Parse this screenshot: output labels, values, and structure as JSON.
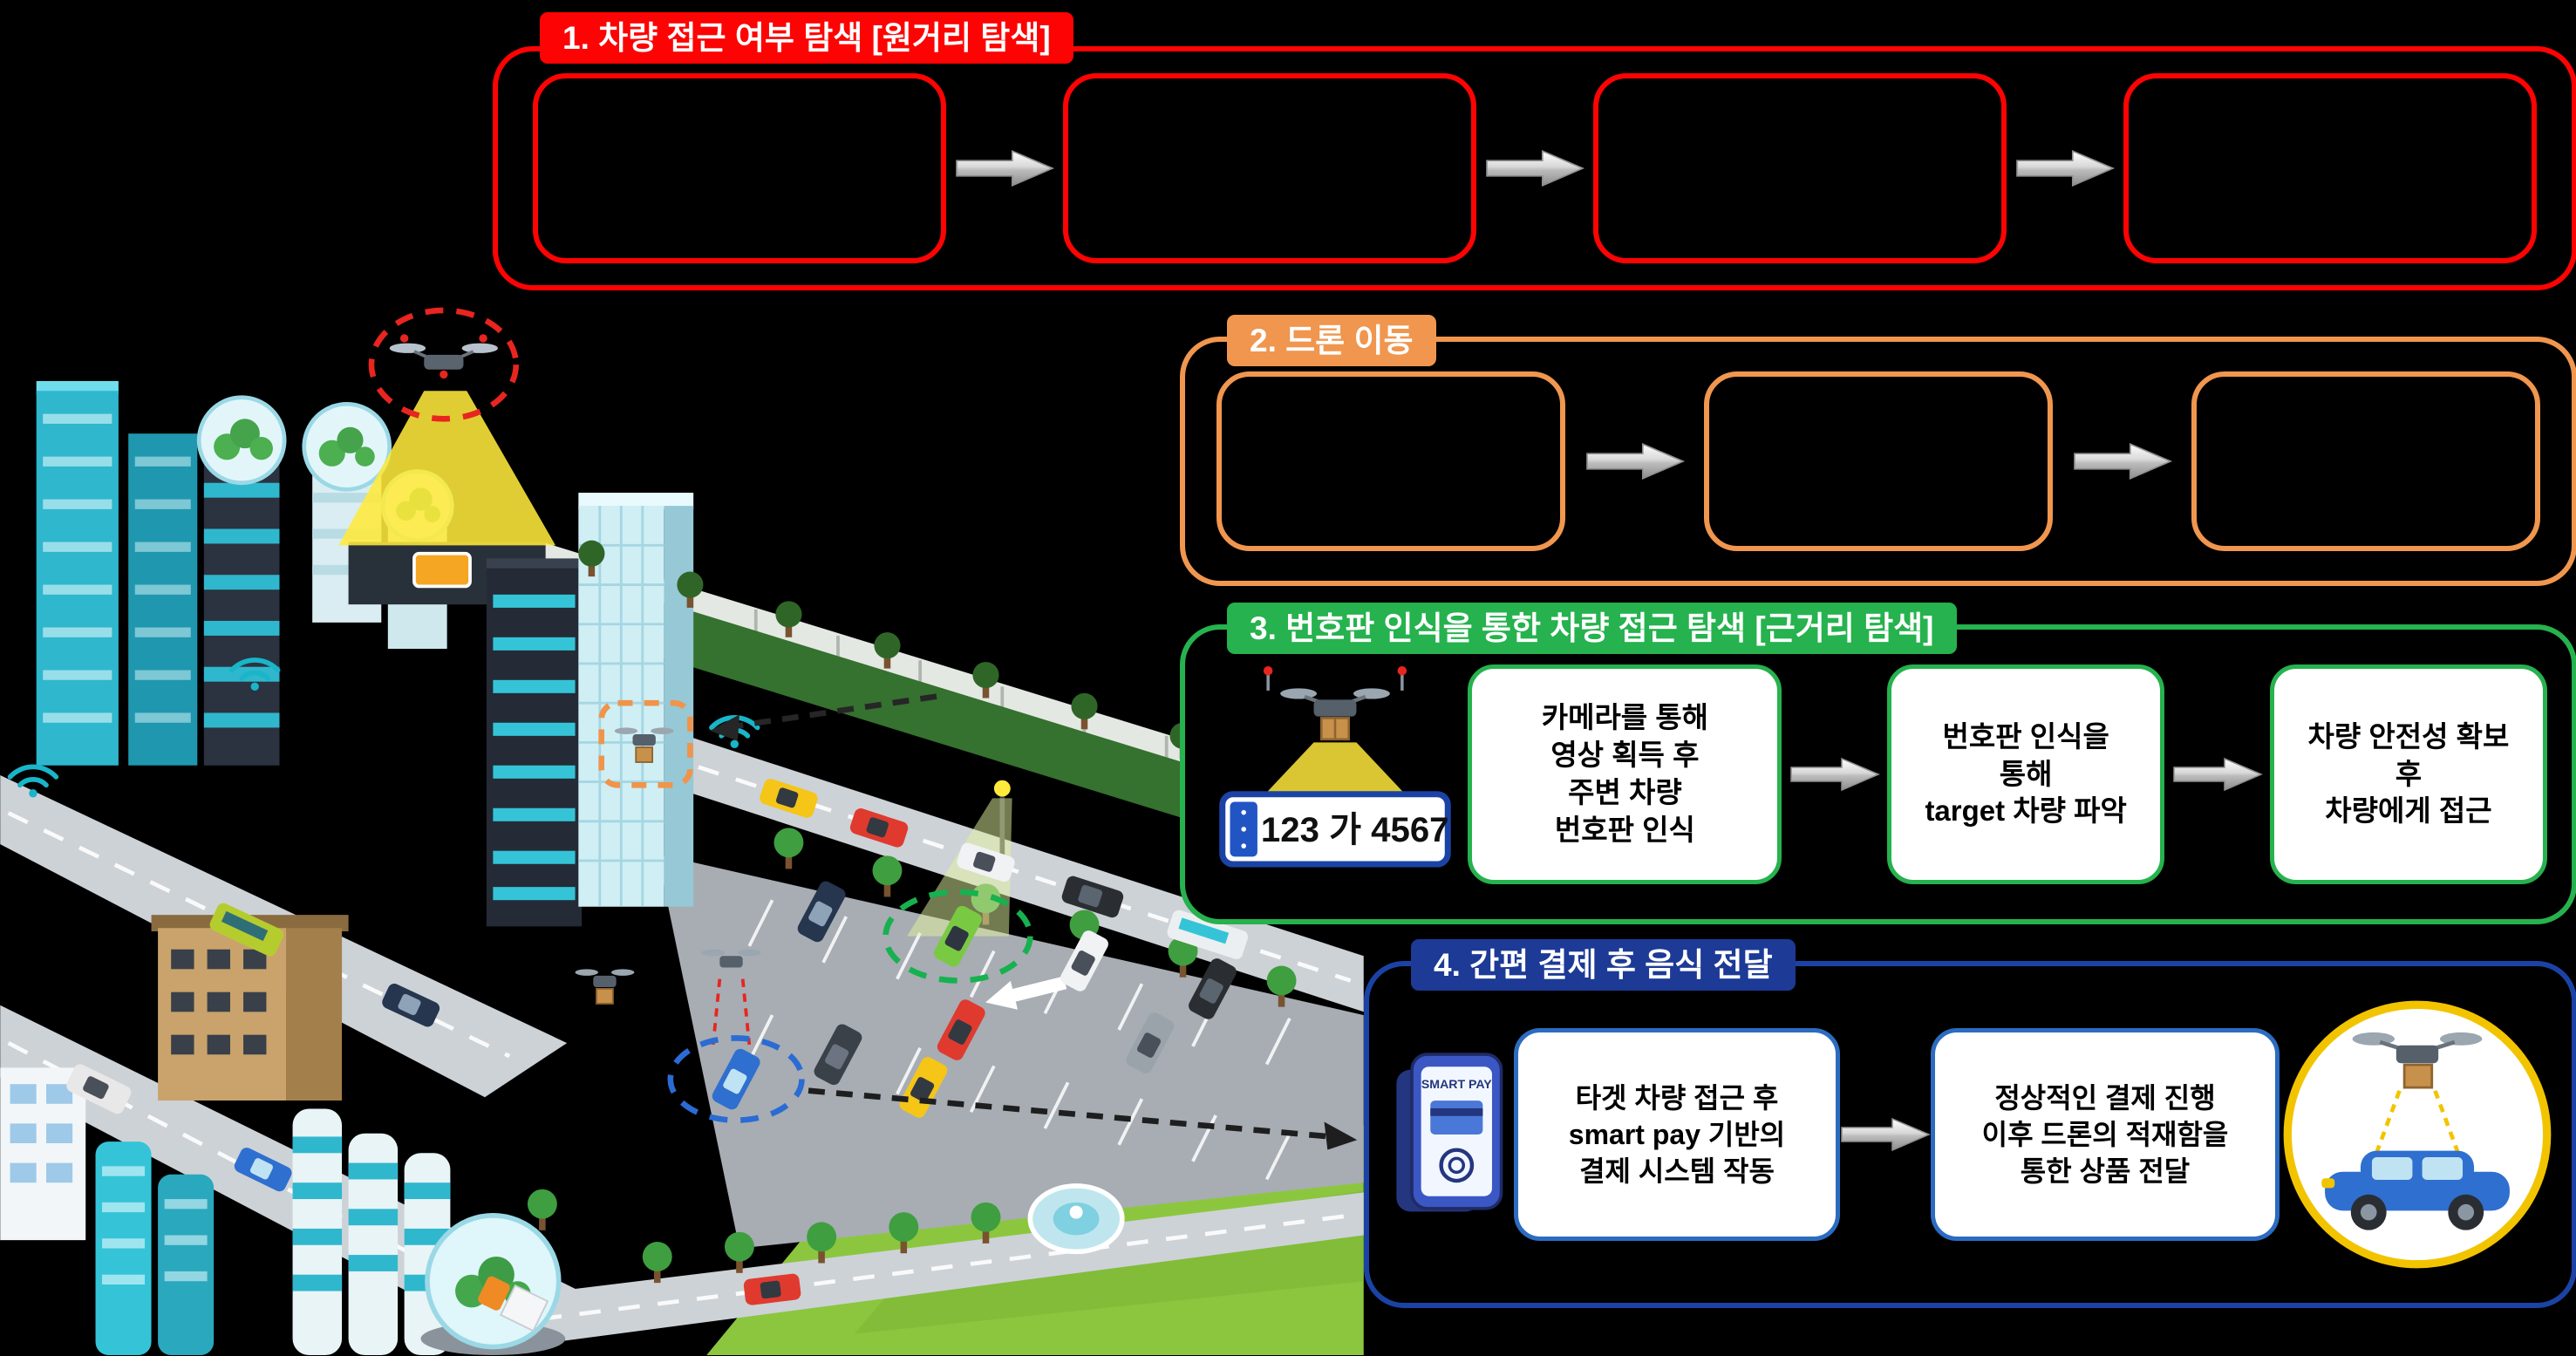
{
  "background": "#000000",
  "steps": {
    "s1": {
      "title": "1. 차량 접근 여부 탐색 [원거리 탐색]",
      "color": "#FD0303",
      "boxes": [
        "",
        "",
        "",
        ""
      ]
    },
    "s2": {
      "title": "2. 드론 이동",
      "color": "#F0964E",
      "boxes": [
        "",
        "",
        ""
      ]
    },
    "s3": {
      "title": "3. 번호판 인식을 통한 차량 접근 탐색 [근거리 탐색]",
      "color": "#26B24E",
      "license_plate": "123 가 4567",
      "boxes": [
        "카메라를 통해\n영상 획득 후\n주변 차량\n번호판 인식",
        "번호판 인식을\n통해\ntarget 차량 파악",
        "차량 안전성 확보\n후\n차량에게 접근"
      ]
    },
    "s4": {
      "title": "4. 간편 결제 후 음식 전달",
      "color": "#1C3A96",
      "phone_label": "SMART PAY",
      "boxes": [
        "타겟 차량 접근 후\nsmart pay 기반의\n결제 시스템 작동",
        "정상적인 결제 진행\n이후 드론의 적재함을\n통한 상품 전달"
      ]
    }
  }
}
